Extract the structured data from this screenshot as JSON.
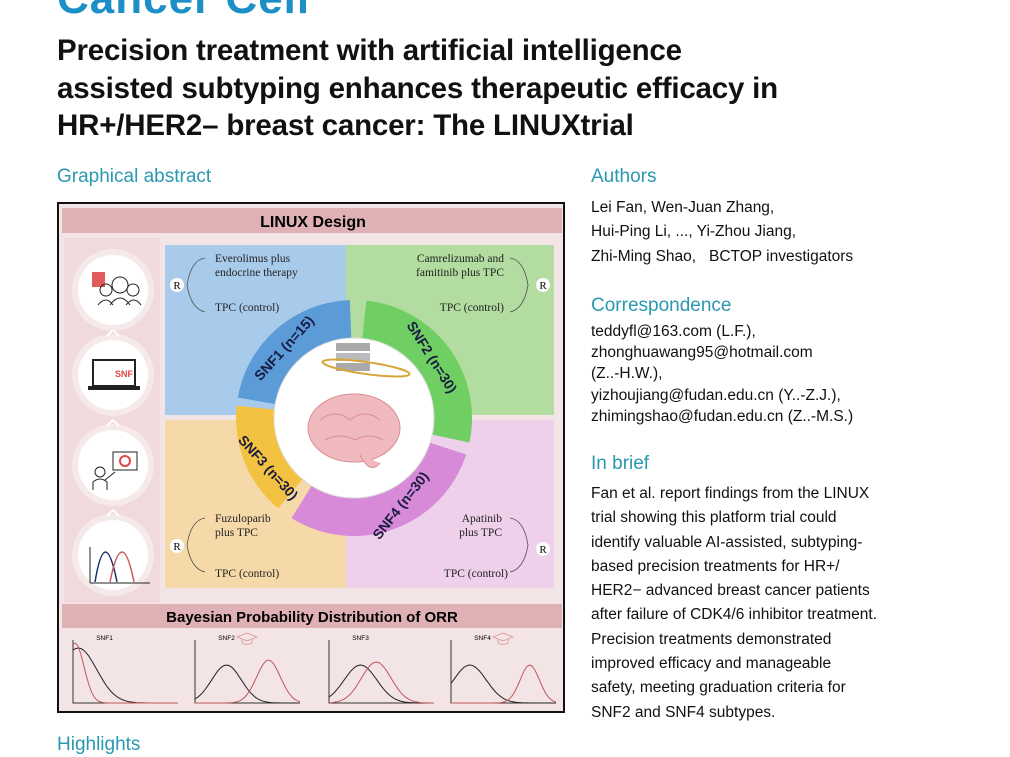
{
  "journal": "Cancer Cell",
  "title": [
    "Precision treatment with artificial intelligence",
    "assisted subtyping enhances therapeutic efficacy in",
    "HR+/HER2– breast cancer: The LINUXtrial"
  ],
  "graphical_abstract": {
    "heading": "Graphical abstract",
    "design_title": "LINUX Design",
    "r_label": "R",
    "quadrants": [
      {
        "arm": [
          "Everolimus plus",
          "endocrine therapy"
        ],
        "control": "TPC (control)",
        "ring_label": "SNF1 (n=15)",
        "color": "#a9cbeb",
        "ring_color": "#5b9bd8"
      },
      {
        "arm": [
          "Camrelizumab and",
          "famitinib plus TPC"
        ],
        "control": "TPC (control)",
        "ring_label": "SNF2 (n=30)",
        "color": "#b3dca0",
        "ring_color": "#6fcf62"
      },
      {
        "arm": [
          "Fuzuloparib",
          "plus TPC"
        ],
        "control": "TPC (control)",
        "ring_label": "SNF3 (n=30)",
        "color": "#f6d9a8",
        "ring_color": "#f3c240"
      },
      {
        "arm": [
          "Apatinib",
          "plus TPC"
        ],
        "control": "TPC (control)",
        "ring_label": "SNF4 (n=30)",
        "color": "#eed0ea",
        "ring_color": "#d68ad8"
      }
    ],
    "snf_icon_label": "SNF",
    "bayes_title": "Bayesian Probability Distribution of ORR",
    "panels": [
      "SNF1",
      "SNF2",
      "SNF3",
      "SNF4"
    ]
  },
  "authors": {
    "heading": "Authors",
    "lines": [
      "Lei Fan, Wen-Juan Zhang,",
      "Hui-Ping Li, ..., Yi-Zhou Jiang,",
      "Zhi-Ming Shao,   BCTOP investigators"
    ]
  },
  "correspondence": {
    "heading": "Correspondence",
    "lines": [
      "teddyfl@163.com (L.F.),",
      "zhonghuawang95@hotmail.com",
      "(Z..-H.W.),",
      "yizhoujiang@fudan.edu.cn (Y..-Z.J.),",
      "zhimingshao@fudan.edu.cn (Z..-M.S.)"
    ]
  },
  "in_brief": {
    "heading": "In brief",
    "lines": [
      "Fan et al. report findings from the LINUX",
      "trial showing this platform trial could",
      "identify valuable AI-assisted, subtyping-",
      "based precision treatments for HR+/",
      "HER2− advanced breast cancer patients",
      "after failure of CDK4/6 inhibitor treatment.",
      "Precision treatments demonstrated",
      "improved efficacy and manageable",
      "safety, meeting graduation criteria for",
      "SNF2 and SNF4 subtypes."
    ]
  },
  "highlights": {
    "heading": "Highlights"
  }
}
